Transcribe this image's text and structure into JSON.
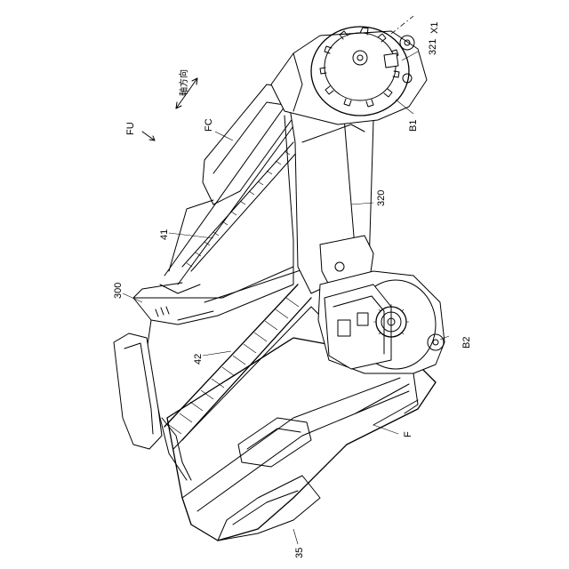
{
  "labels": {
    "fu": "FU",
    "fc": "FC",
    "axial_direction": "軸方向",
    "x1": "X1",
    "n321": "321",
    "b1": "B1",
    "n320": "320",
    "n41": "41",
    "n300": "300",
    "n42": "42",
    "b2": "B2",
    "f": "F",
    "n35": "35"
  }
}
